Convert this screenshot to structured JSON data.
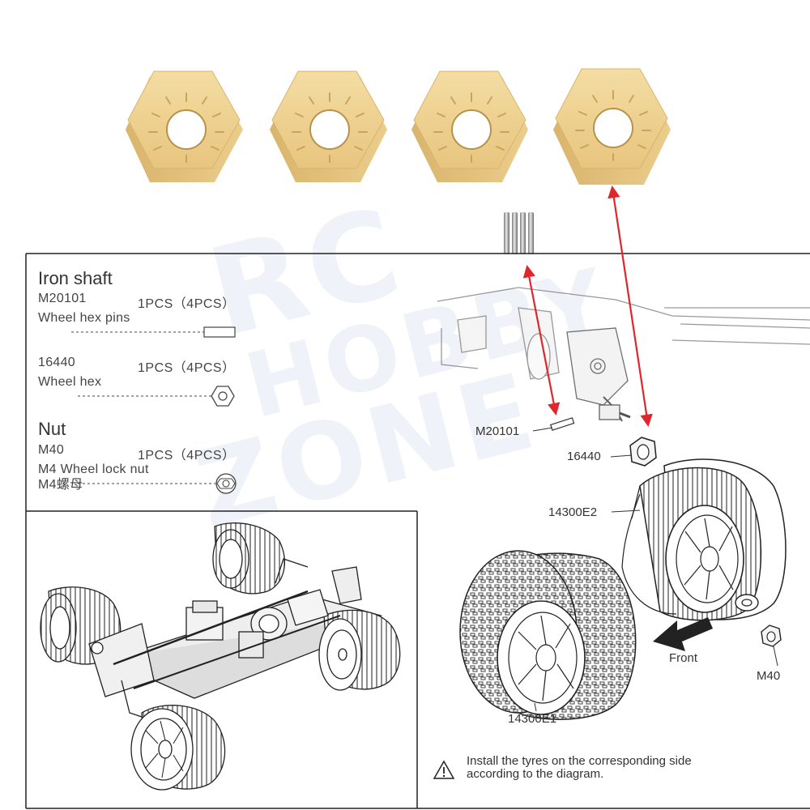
{
  "watermark": {
    "line1": "RC",
    "line2": "HOBBY",
    "line3": "ZONE"
  },
  "parts_list": {
    "sections": [
      {
        "heading": "Iron shaft",
        "code": "M20101",
        "qty": "1PCS（4PCS）",
        "desc": "Wheel hex pins",
        "icon": "pin-icon"
      },
      {
        "code": "16440",
        "qty": "1PCS（4PCS）",
        "desc": "Wheel hex",
        "icon": "hex-icon"
      },
      {
        "heading": "Nut",
        "code": "M40",
        "qty": "1PCS（4PCS）",
        "desc": "M4 Wheel lock nut",
        "desc2": "M4螺母",
        "icon": "nut-icon"
      }
    ]
  },
  "callouts": {
    "pin": "M20101",
    "hex": "16440",
    "wheel_rear": "14300E2",
    "wheel_front": "14300E1",
    "nut": "M40",
    "direction": "Front"
  },
  "note": {
    "line1": "Install the tyres on the corresponding side",
    "line2": "according to the diagram."
  },
  "colors": {
    "brass": "#E9CB86",
    "brass_dark": "#C9A45E",
    "arrow": "#E0262B",
    "line": "#222222"
  }
}
